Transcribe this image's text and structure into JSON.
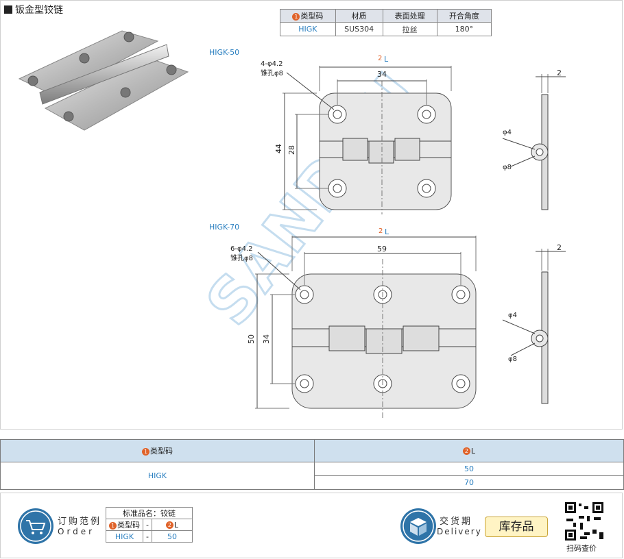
{
  "header": {
    "title": "钣金型铰链"
  },
  "spec_table": {
    "headers": [
      "类型码",
      "材质",
      "表面处理",
      "开合角度"
    ],
    "header_num": "1",
    "row": [
      "HIGK",
      "SUS304",
      "拉丝",
      "180°"
    ]
  },
  "drawings": {
    "d1": {
      "model": "HIGK-50",
      "L_num": "2",
      "L_label": "L",
      "hole_note_1": "4-φ4.2",
      "hole_note_2": "锥孔φ8",
      "width": "34",
      "height": "44",
      "pitch": "28",
      "thick": "2",
      "pin_dia": "φ4",
      "outer_dia": "φ8"
    },
    "d2": {
      "model": "HIGK-70",
      "L_num": "2",
      "L_label": "L",
      "hole_note_1": "6-φ4.2",
      "hole_note_2": "锥孔φ8",
      "width": "59",
      "height": "50",
      "pitch": "34",
      "thick": "2",
      "pin_dia": "φ4",
      "outer_dia": "φ8"
    }
  },
  "watermark": "SANDOU",
  "selection": {
    "col1_num": "1",
    "col1_label": "类型码",
    "col2_num": "2",
    "col2_label": "L",
    "type_code": "HIGK",
    "values": [
      "50",
      "70"
    ]
  },
  "order": {
    "title_cn": "订购范例",
    "title_en": "Order",
    "std_name_label": "标准品名：铰链",
    "col1_num": "1",
    "col1_label": "类型码",
    "dash": "-",
    "col2_num": "2",
    "col2_label": "L",
    "val1": "HIGK",
    "val2": "50",
    "delivery_cn": "交货期",
    "delivery_en": "Delivery",
    "stock_label": "库存品",
    "qr_label": "扫码查价"
  },
  "colors": {
    "accent_orange": "#e0632a",
    "model_blue": "#2a7fc0",
    "header_grey": "#dfe3ea",
    "selection_blue": "#cfe0ee",
    "stock_yellow": "#fff4c4",
    "icon_blue": "#2f74a8"
  }
}
